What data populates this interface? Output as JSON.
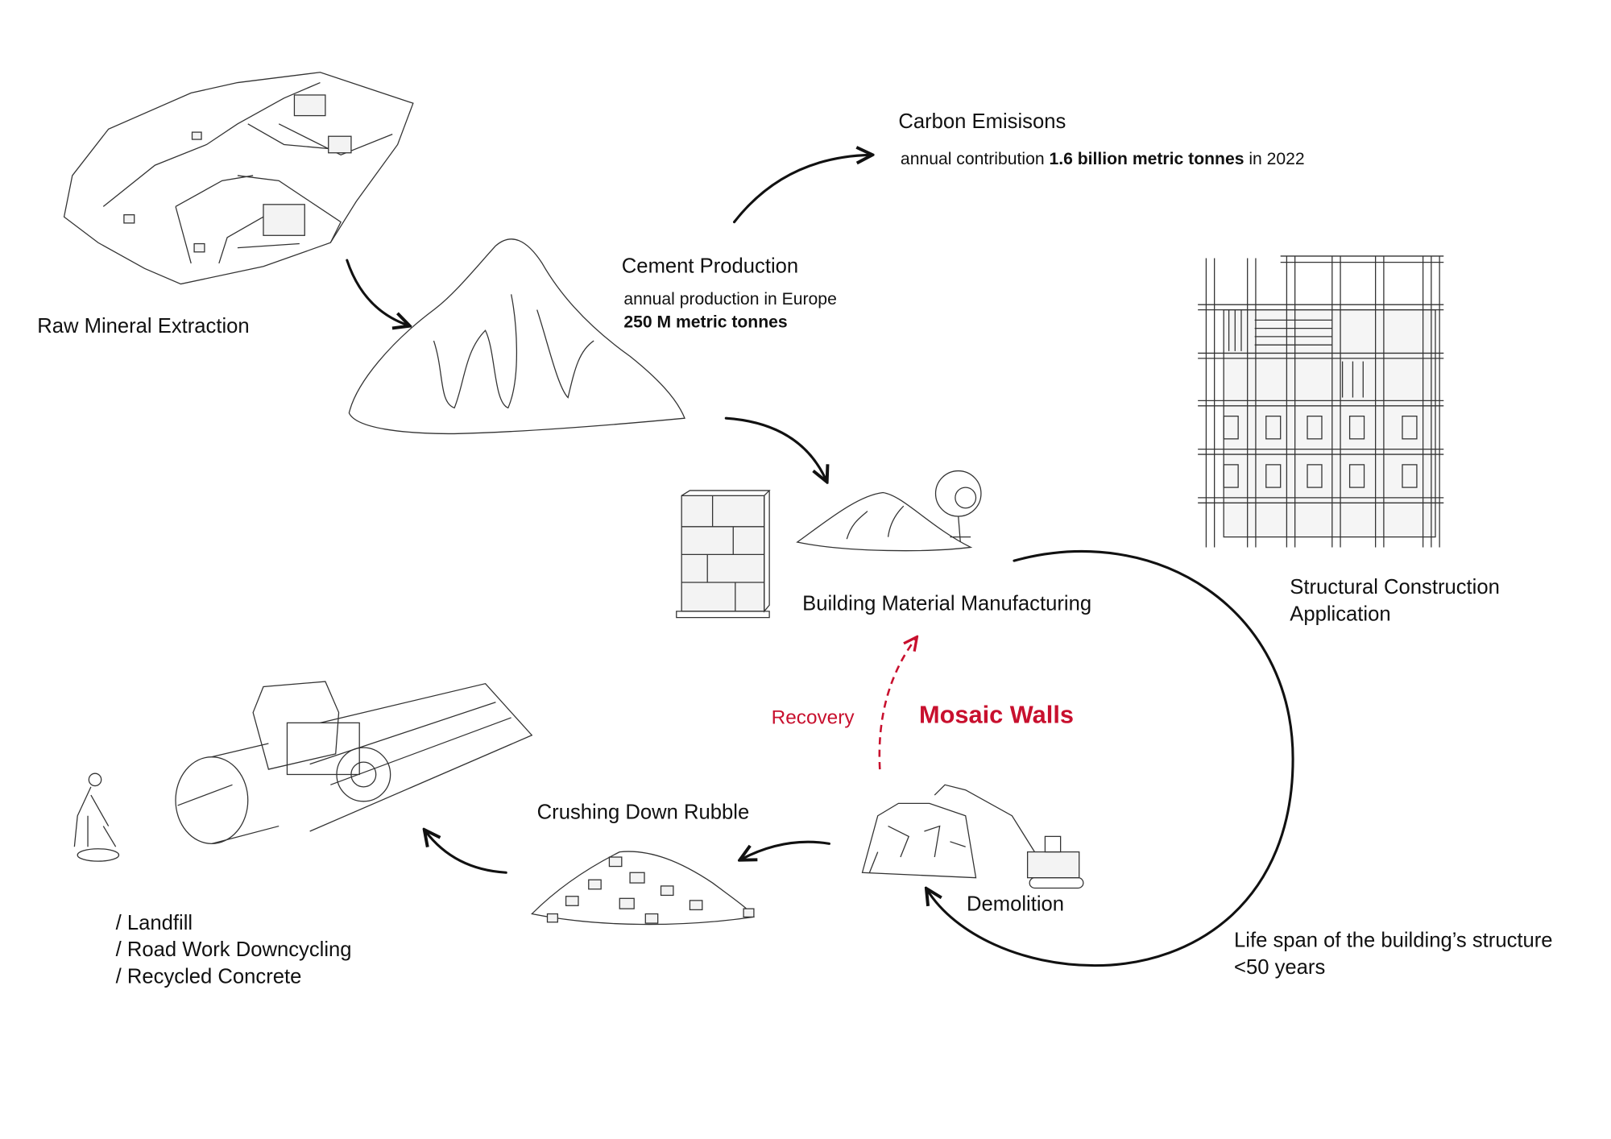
{
  "stages": {
    "raw_mineral": {
      "label": "Raw Mineral Extraction"
    },
    "cement": {
      "label": "Cement Production",
      "detail": "annual production in Europe",
      "detail_bold": "250 M metric tonnes"
    },
    "carbon": {
      "label": "Carbon Emisisons",
      "detail_prefix": "annual contribution ",
      "detail_bold": "1.6 billion metric tonnes",
      "detail_suffix": " in 2022"
    },
    "manufacturing": {
      "label": "Building Material Manufacturing"
    },
    "structural": {
      "line1": "Structural Construction",
      "line2": "Application"
    },
    "lifespan": {
      "line1": "Life span of the building’s structure",
      "line2": "<50 years"
    },
    "demolition": {
      "label": "Demolition"
    },
    "crushing": {
      "label": "Crushing Down Rubble"
    },
    "recovery": {
      "label": "Recovery",
      "highlight": "Mosaic Walls"
    },
    "downcycling": {
      "items": [
        "/ Landfill",
        "/ Road Work Downcycling",
        "/ Recycled Concrete"
      ]
    }
  },
  "colors": {
    "accent": "#c8102e",
    "ink": "#111111"
  }
}
